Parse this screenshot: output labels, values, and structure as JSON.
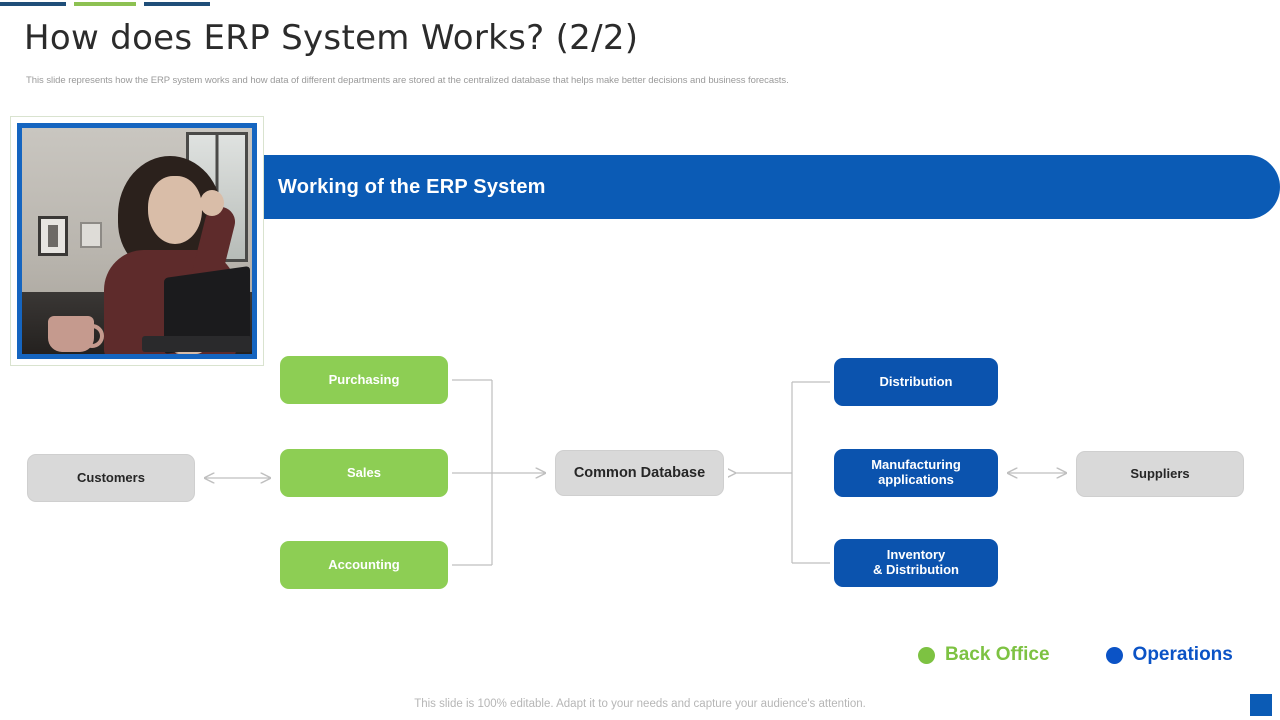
{
  "header": {
    "title": "How does ERP System Works? (2/2)",
    "subtitle": "This slide represents how the ERP  system works and how data of different departments are stored at the centralized database that helps make  better decisions and business forecasts.",
    "accent_navy": "#1F4E79",
    "accent_green": "#8DC152"
  },
  "banner": {
    "title": "Working of the ERP System",
    "color": "#0B5BB5"
  },
  "photo": {
    "alt": "woman working on laptop at home desk",
    "border_color": "#1565C0"
  },
  "diagram": {
    "left_group": [
      {
        "label": "Purchasing",
        "color": "#8DCE54",
        "group": "back-office"
      },
      {
        "label": "Sales",
        "color": "#8DCE54",
        "group": "back-office"
      },
      {
        "label": "Accounting",
        "color": "#8DCE54",
        "group": "back-office"
      }
    ],
    "right_group": [
      {
        "label": "Distribution",
        "color": "#0B53AE",
        "group": "operations"
      },
      {
        "label": "Manufacturing\napplications",
        "line1": "Manufacturing",
        "line2": "applications",
        "color": "#0B53AE",
        "group": "operations"
      },
      {
        "label": "Inventory\n& Distribution",
        "line1": "Inventory",
        "line2": "& Distribution",
        "color": "#0B53AE",
        "group": "operations"
      }
    ],
    "center": {
      "label": "Common Database",
      "color": "#D9D9D9"
    },
    "endpoints": [
      {
        "label": "Customers",
        "color": "#D9D9D9",
        "side": "left"
      },
      {
        "label": "Suppliers",
        "color": "#D9D9D9",
        "side": "right"
      }
    ],
    "connector_color": "#BFBFBF"
  },
  "legend": [
    {
      "label": "Back Office",
      "color": "#7DC242"
    },
    {
      "label": "Operations",
      "color": "#0B53C6"
    }
  ],
  "footer": {
    "note": "This slide is 100% editable. Adapt it to your needs and capture your audience's attention."
  }
}
